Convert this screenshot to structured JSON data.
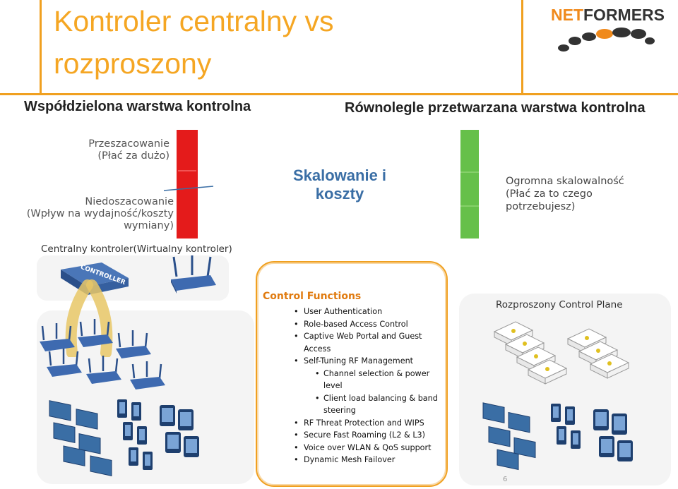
{
  "title": "Kontroler centralny vs rozproszony",
  "logo": {
    "text_a": "NET",
    "text_b": "FORMERS"
  },
  "headers": {
    "left": "Współdzielona warstwa kontrolna",
    "right": "Równolegle przetwarzana warstwa kontrolna"
  },
  "left_labels": {
    "over": "Przeszacowanie",
    "over_sub": "(Płać za dużo)",
    "under": "Niedoszacowanie",
    "under_sub1": "(Wpływ na wydajność/koszty",
    "under_sub2": "wymiany)"
  },
  "middle_label": {
    "line1": "Skalowanie i",
    "line2": "koszty"
  },
  "right_labels": {
    "line1": "Ogromna skalowalność",
    "line2": "(Płać za to czego",
    "line3": "potrzebujesz)"
  },
  "central_caption": "Centralny kontroler(Wirtualny kontroler)",
  "controller_label": "CONTROLLER",
  "control_functions": {
    "title": "Control Functions",
    "items": [
      "User Authentication",
      "Role-based Access Control",
      "Captive Web Portal and Guest Access",
      "Self-Tuning RF Management"
    ],
    "sub_items": [
      "Channel selection & power level",
      "Client load balancing & band steering"
    ],
    "items_after": [
      "RF Threat Protection and WIPS",
      "Secure Fast Roaming (L2 & L3)",
      "Voice over WLAN & QoS support",
      "Dynamic Mesh Failover"
    ]
  },
  "distributed_caption": "Rozproszony Control Plane",
  "page_number": "6",
  "colors": {
    "accent": "#f5a623",
    "bar_red": "#e41b1b",
    "bar_green": "#66c04a",
    "blue_label": "#3a6ea5",
    "cf_title": "#e07b10"
  }
}
